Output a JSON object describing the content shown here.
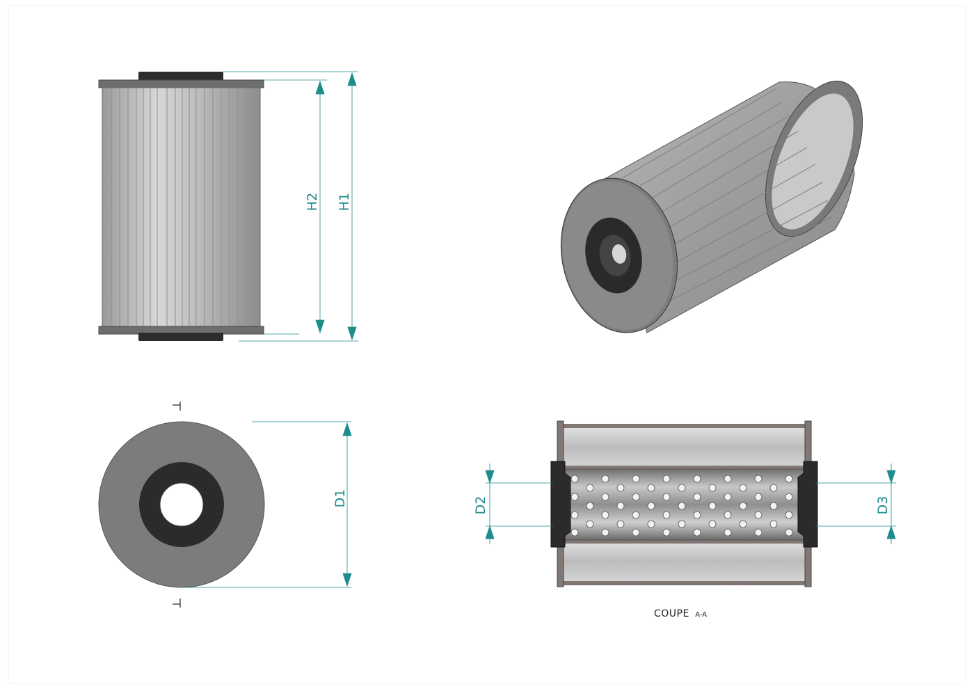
{
  "colors": {
    "dimension": "#1c8c8c",
    "body_grey": "#8a8a8a",
    "end_cap": "#6e6e6e",
    "gasket": "#2c2c2c",
    "pleat_light": "#cfcfcf"
  },
  "front_view": {
    "h1_label": "H1",
    "h2_label": "H2"
  },
  "end_view": {
    "d1_label": "D1"
  },
  "section_view": {
    "d2_label": "D2",
    "d3_label": "D3",
    "caption_main": "COUPE",
    "caption_sub": "A-A"
  }
}
